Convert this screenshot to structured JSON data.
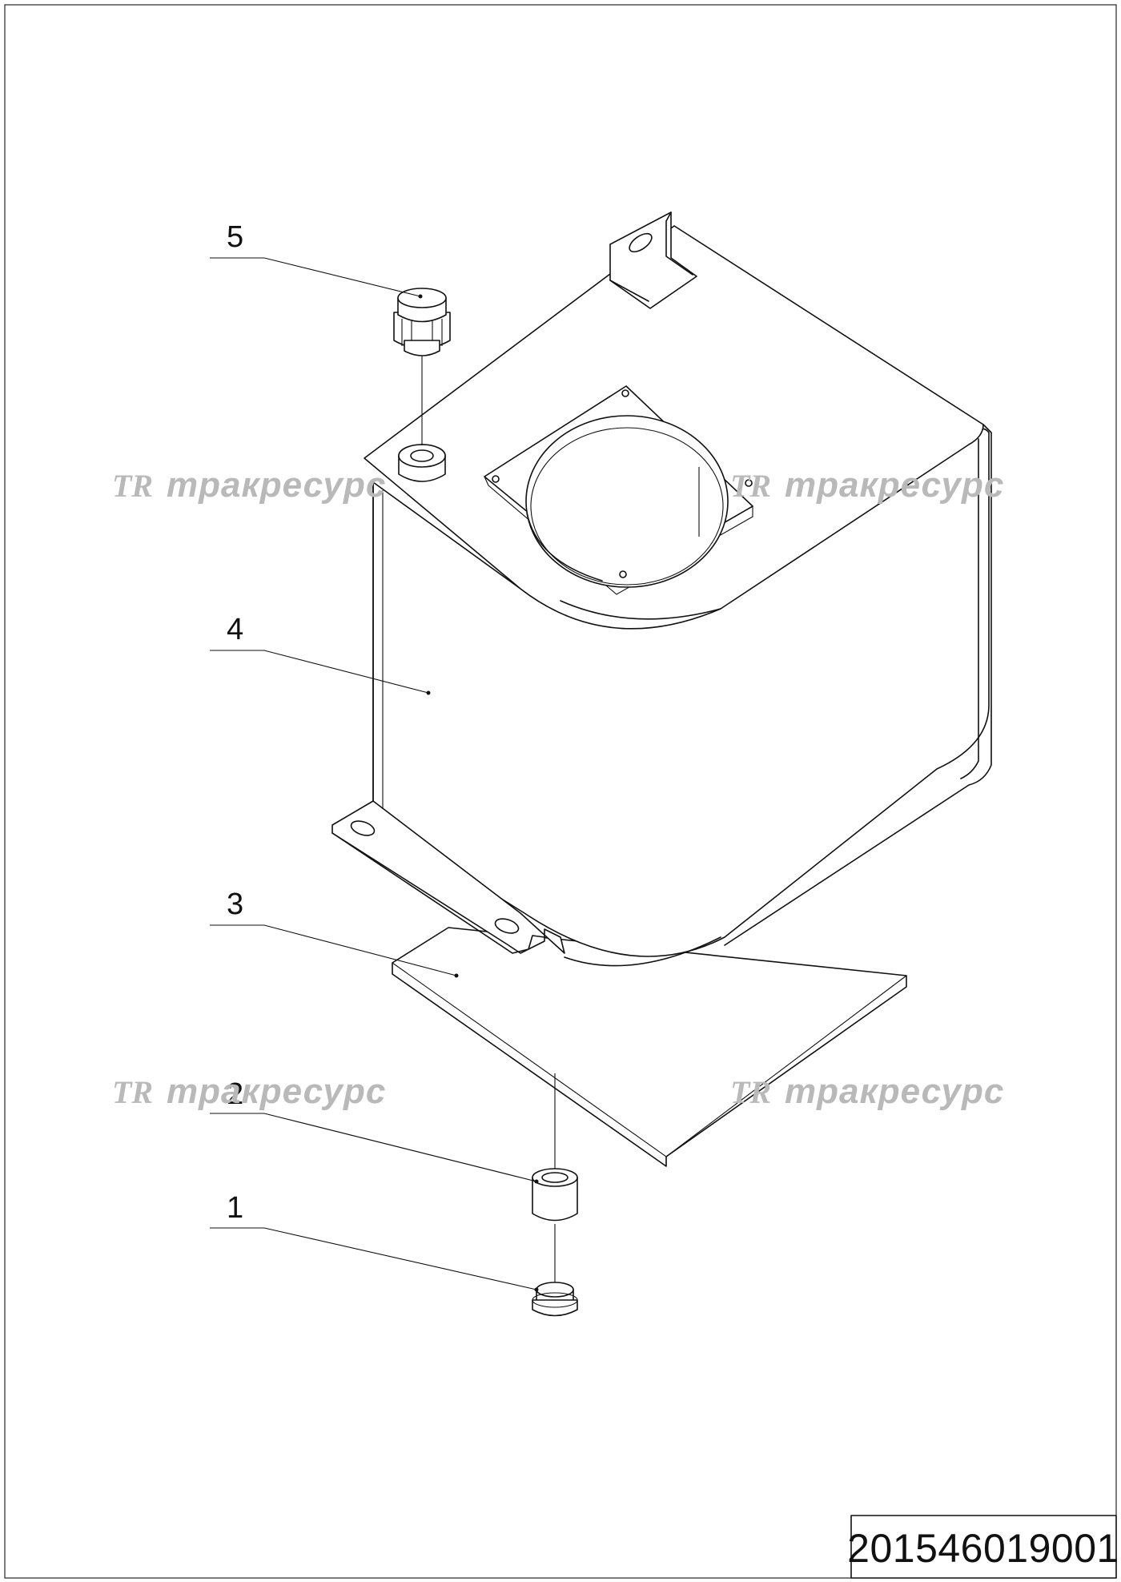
{
  "drawing": {
    "number": "201546019001",
    "callouts": [
      "5",
      "4",
      "3",
      "2",
      "1"
    ]
  },
  "watermark": {
    "logo": "TR",
    "text": "тракресурс"
  }
}
